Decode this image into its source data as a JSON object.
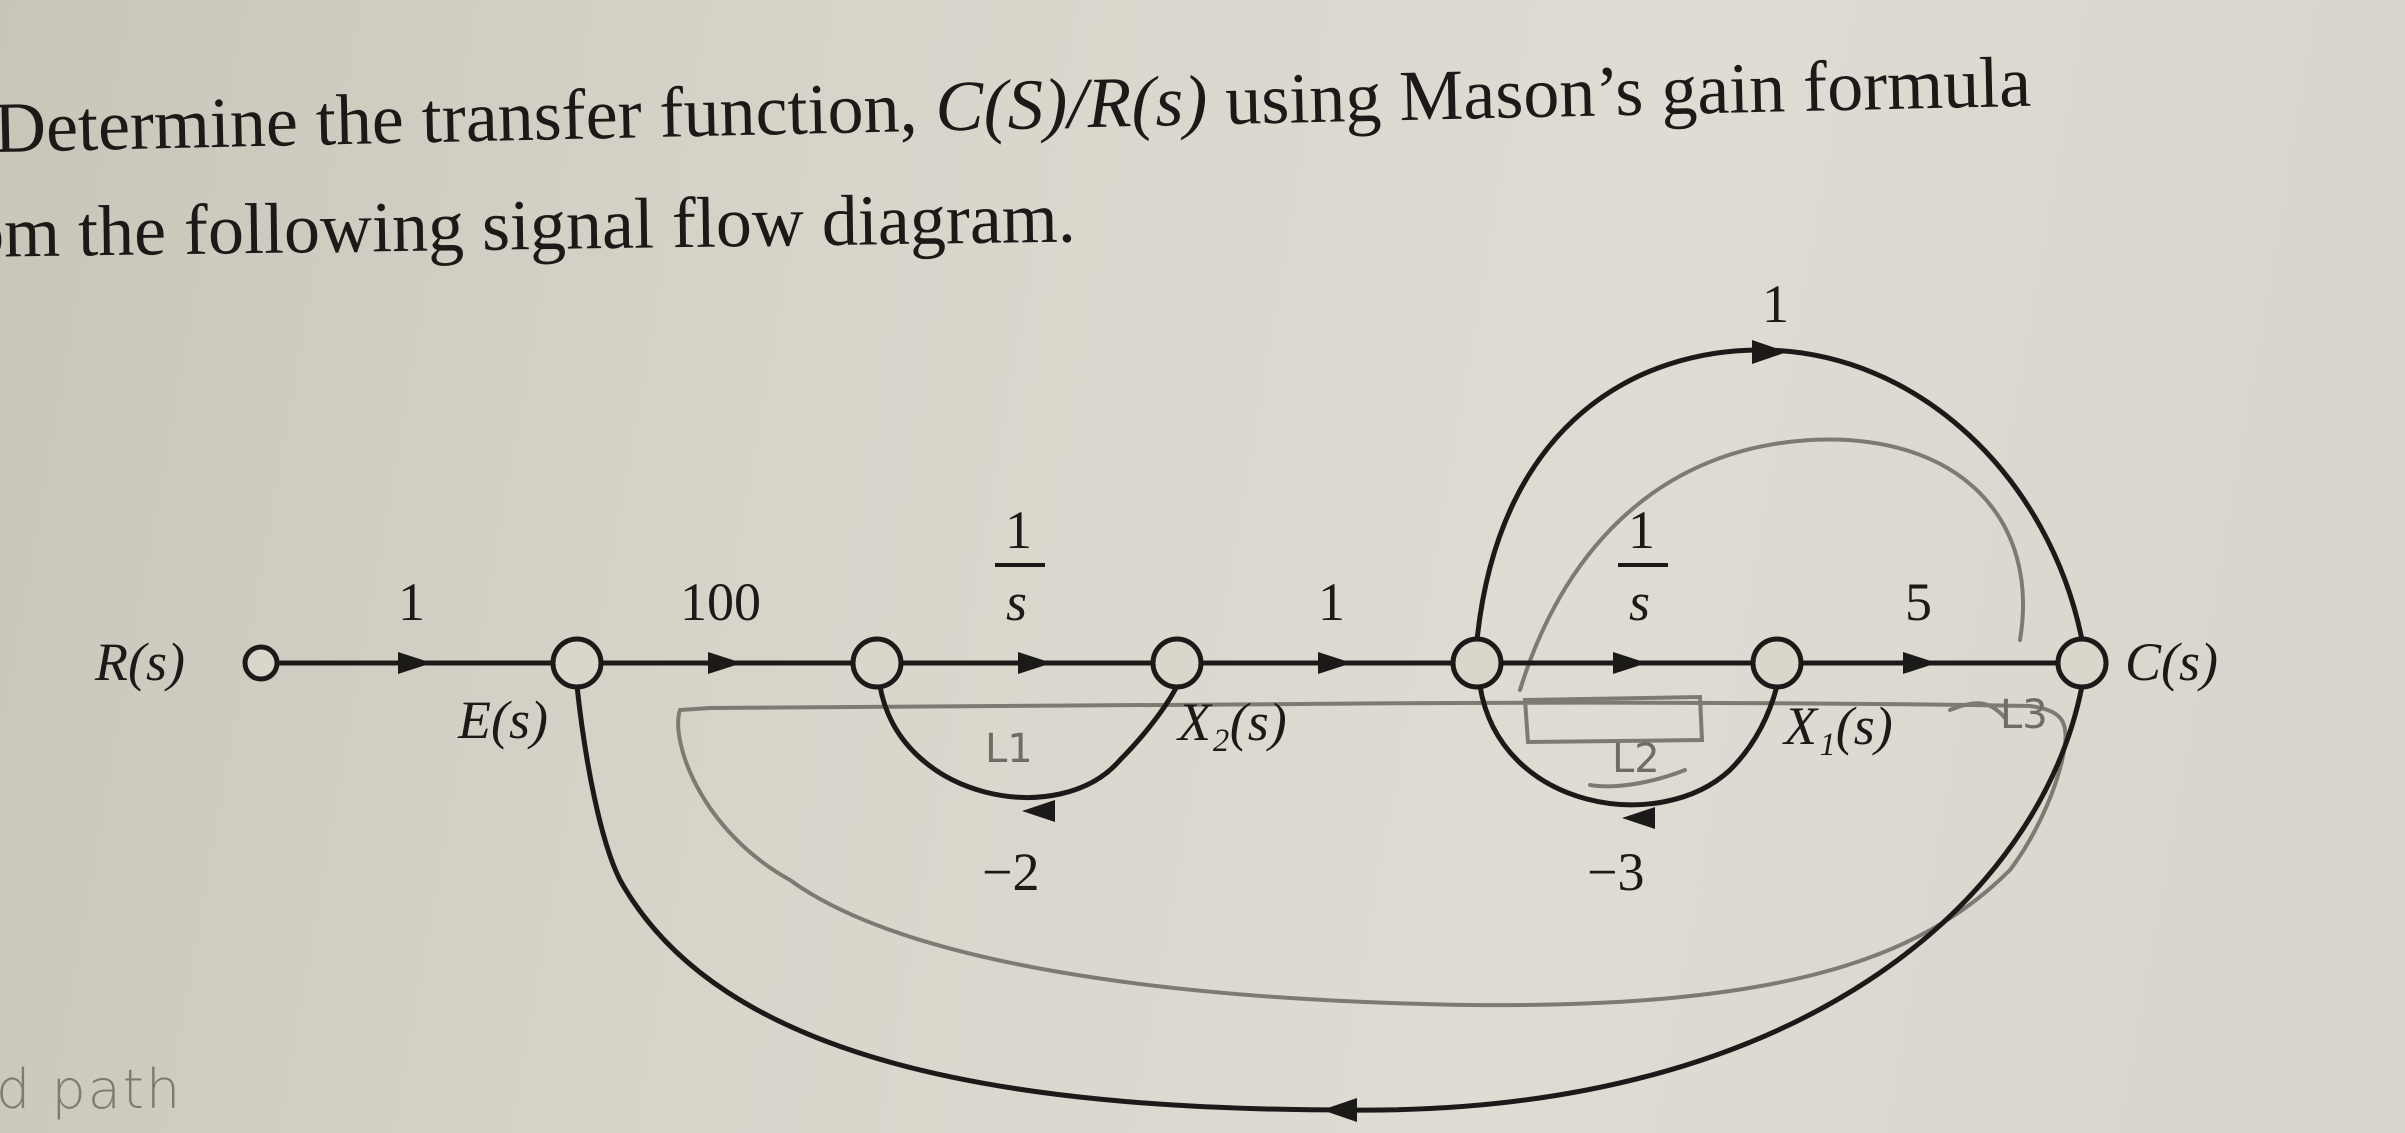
{
  "problem": {
    "line1_text": "Determine the transfer function, ",
    "line1_math": "C(S)/R(s)",
    "line1_tail": " using Mason’s gain formula",
    "line2_text": "om the following signal flow diagram."
  },
  "diagram": {
    "nodes": {
      "r": "R(s)",
      "e": "E(s)",
      "x2": "X₂(s)",
      "x1": "X₁(s)",
      "c": "C(s)"
    },
    "gains": {
      "r_to_e": "1",
      "e_to_n2": "100",
      "n2_to_x2_num": "1",
      "n2_to_x2_den": "s",
      "x2_to_n4": "1",
      "n4_to_x1_num": "1",
      "n4_to_x1_den": "s",
      "x1_to_c": "5",
      "feedforward_top": "1",
      "loop_small_1": "−2",
      "loop_small_2": "−3"
    }
  },
  "annotations": {
    "loop_1": "L1",
    "loop_2": "L2",
    "loop_3": "L3",
    "bottom_note": "d path"
  },
  "colors": {
    "ink": "#1b1a18",
    "pencil": "#6f6c65",
    "paper": "#d8d5cb"
  }
}
